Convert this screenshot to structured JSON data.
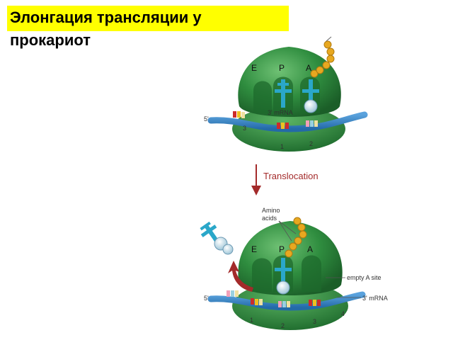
{
  "title": {
    "line1": "Элонгация трансляции у",
    "line2": "прокариот"
  },
  "top_panel": {
    "site_e": "E",
    "site_p": "P",
    "site_a": "A",
    "five_prime": "5'",
    "mrna_label": "3' mRNA",
    "codon_3": "3",
    "codon_1": "1",
    "codon_2": "2"
  },
  "step": {
    "label": "Translocation"
  },
  "bottom_panel": {
    "amino_label_1": "Amino",
    "amino_label_2": "acids",
    "site_e": "E",
    "site_p": "P",
    "site_a": "A",
    "empty_site": "empty A site",
    "five_prime": "5'",
    "mrna_label": "3' mRNA",
    "codon_1": "1",
    "codon_2": "2",
    "codon_3": "3",
    "codon_4": "4"
  },
  "colors": {
    "title_highlight": "#ffff00",
    "ribosome": "#2e8b3e",
    "mrna": "#3a86c8",
    "trna": "#2aa7c9",
    "amino_acid": "#e8a820",
    "arrow": "#a32a2a"
  }
}
